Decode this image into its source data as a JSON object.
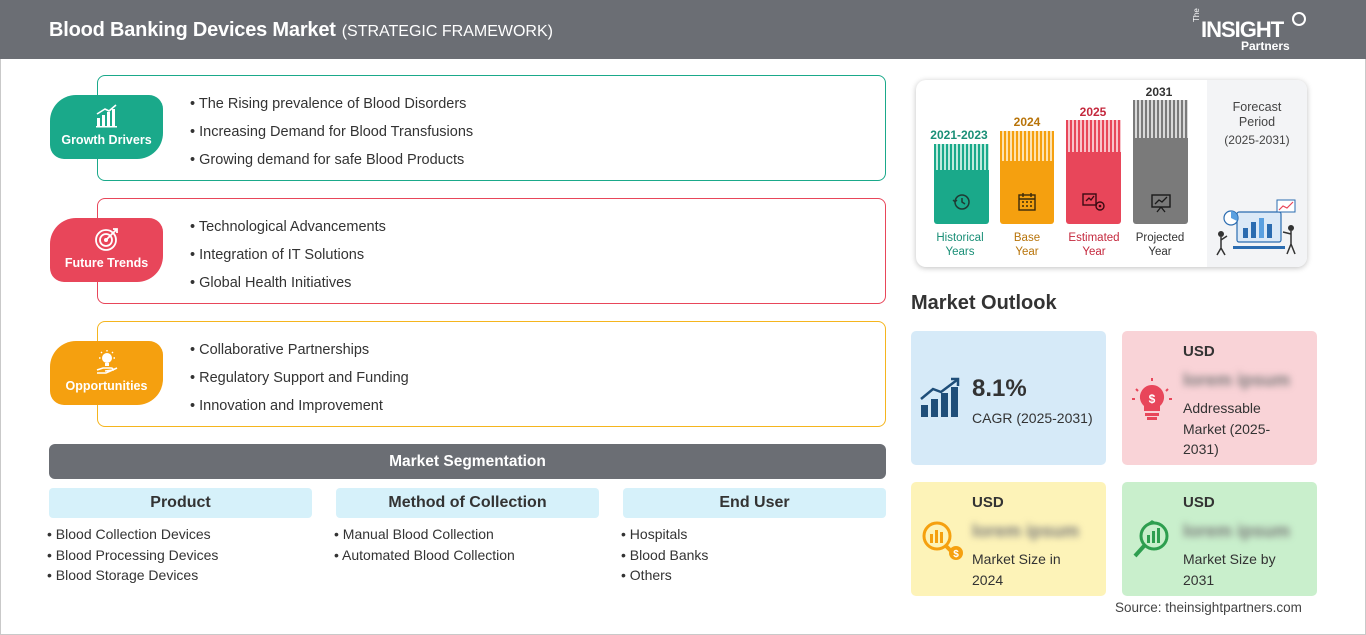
{
  "header": {
    "title": "Blood Banking Devices Market",
    "subtitle": "(STRATEGIC FRAMEWORK)",
    "logo": {
      "the": "The",
      "insight": "INSIGHT",
      "partners": "Partners"
    }
  },
  "categories": [
    {
      "label": "Growth Drivers",
      "color": "#1aa98a",
      "icon": "bar-chart-growth-icon",
      "items": [
        "The Rising prevalence of Blood Disorders",
        "Increasing Demand for Blood Transfusions",
        "Growing demand for safe Blood Products"
      ]
    },
    {
      "label": "Future Trends",
      "color": "#e8465a",
      "icon": "target-icon",
      "items": [
        "Technological Advancements",
        "Integration of IT Solutions",
        "Global Health Initiatives"
      ]
    },
    {
      "label": "Opportunities",
      "color": "#f5a00f",
      "icon": "lightbulb-hand-icon",
      "items": [
        "Collaborative Partnerships",
        "Regulatory Support and Funding",
        "Innovation and Improvement"
      ]
    }
  ],
  "segmentation": {
    "title": "Market Segmentation",
    "columns": [
      {
        "heading": "Product",
        "items": [
          "Blood Collection Devices",
          "Blood Processing Devices",
          "Blood Storage Devices"
        ]
      },
      {
        "heading": "Method of Collection",
        "items": [
          "Manual Blood Collection",
          "Automated Blood Collection"
        ]
      },
      {
        "heading": "End User",
        "items": [
          "Hospitals",
          "Blood Banks",
          "Others"
        ]
      }
    ]
  },
  "timeline": {
    "bars": [
      {
        "year": "2021-2023",
        "caption": [
          "Historical",
          "Years"
        ],
        "color": "#1aa98a",
        "year_color": "#1a8f77",
        "icon": "history-clock-icon"
      },
      {
        "year": "2024",
        "caption": [
          "Base",
          "Year"
        ],
        "color": "#f5a00f",
        "year_color": "#b8740a",
        "icon": "calendar-icon"
      },
      {
        "year": "2025",
        "caption": [
          "Estimated",
          "Year"
        ],
        "color": "#e8465a",
        "year_color": "#c4283d",
        "icon": "estimate-settings-icon"
      },
      {
        "year": "2031",
        "caption": [
          "Projected",
          "Year"
        ],
        "color": "#7a7a7a",
        "year_color": "#333333",
        "icon": "presentation-chart-icon"
      }
    ],
    "forecast": {
      "title": "Forecast Period",
      "period": "(2025-2031)"
    }
  },
  "outlook": {
    "title": "Market Outlook",
    "cagr": {
      "value": "8.1%",
      "label": "CAGR (2025-2031)",
      "bg": "#d6eaf8"
    },
    "addressable": {
      "currency": "USD",
      "value": "lorem ipsum",
      "label": "Addressable Market (2025-2031)",
      "bg": "#f9d3d7"
    },
    "size_2024": {
      "currency": "USD",
      "value": "lorem ipsum",
      "label": "Market Size in 2024",
      "bg": "#fdf3b8"
    },
    "size_2031": {
      "currency": "USD",
      "value": "lorem ipsum",
      "label": "Market Size by 2031",
      "bg": "#c9efcc"
    }
  },
  "source": "Source: theinsightpartners.com"
}
